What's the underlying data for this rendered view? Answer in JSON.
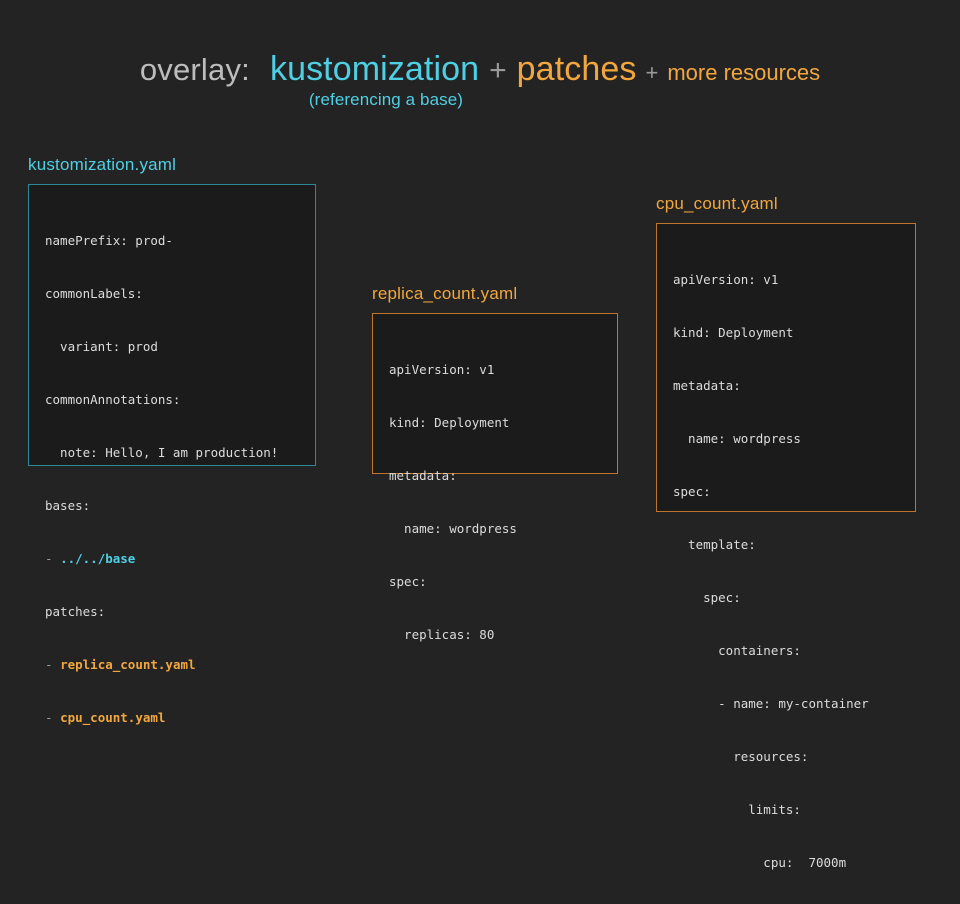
{
  "title": {
    "overlay_label": "overlay:",
    "kustomization": "kustomization",
    "plus1": "+",
    "patches": "patches",
    "plus2": "+",
    "more_resources": "more resources",
    "subtitle": "(referencing a base)"
  },
  "colors": {
    "background": "#232323",
    "cyan": "#4fcfe4",
    "cyan_border": "#2c8a96",
    "orange": "#f2a73e",
    "orange_border": "#c0762a",
    "gray_label": "#bdbdbd",
    "code_text": "#dcdcdc",
    "code_background": "#1b1b1b"
  },
  "cards": [
    {
      "id": "kustomization",
      "label": "kustomization.yaml",
      "accent": "cyan",
      "lines": [
        "namePrefix: prod-",
        "commonLabels:",
        "  variant: prod",
        "commonAnnotations:",
        "  note: Hello, I am production!",
        "bases:",
        "- ../../base",
        "patches:",
        "- replica_count.yaml",
        "- cpu_count.yaml"
      ]
    },
    {
      "id": "replica_count",
      "label": "replica_count.yaml",
      "accent": "orange",
      "lines": [
        "apiVersion: v1",
        "kind: Deployment",
        "metadata:",
        "  name: wordpress",
        "spec:",
        "  replicas: 80"
      ]
    },
    {
      "id": "cpu_count",
      "label": "cpu_count.yaml",
      "accent": "orange",
      "lines": [
        "apiVersion: v1",
        "kind: Deployment",
        "metadata:",
        "  name: wordpress",
        "spec:",
        "  template:",
        "    spec:",
        "      containers:",
        "      - name: my-container",
        "        resources:",
        "          limits:",
        "            cpu:  7000m"
      ]
    }
  ]
}
